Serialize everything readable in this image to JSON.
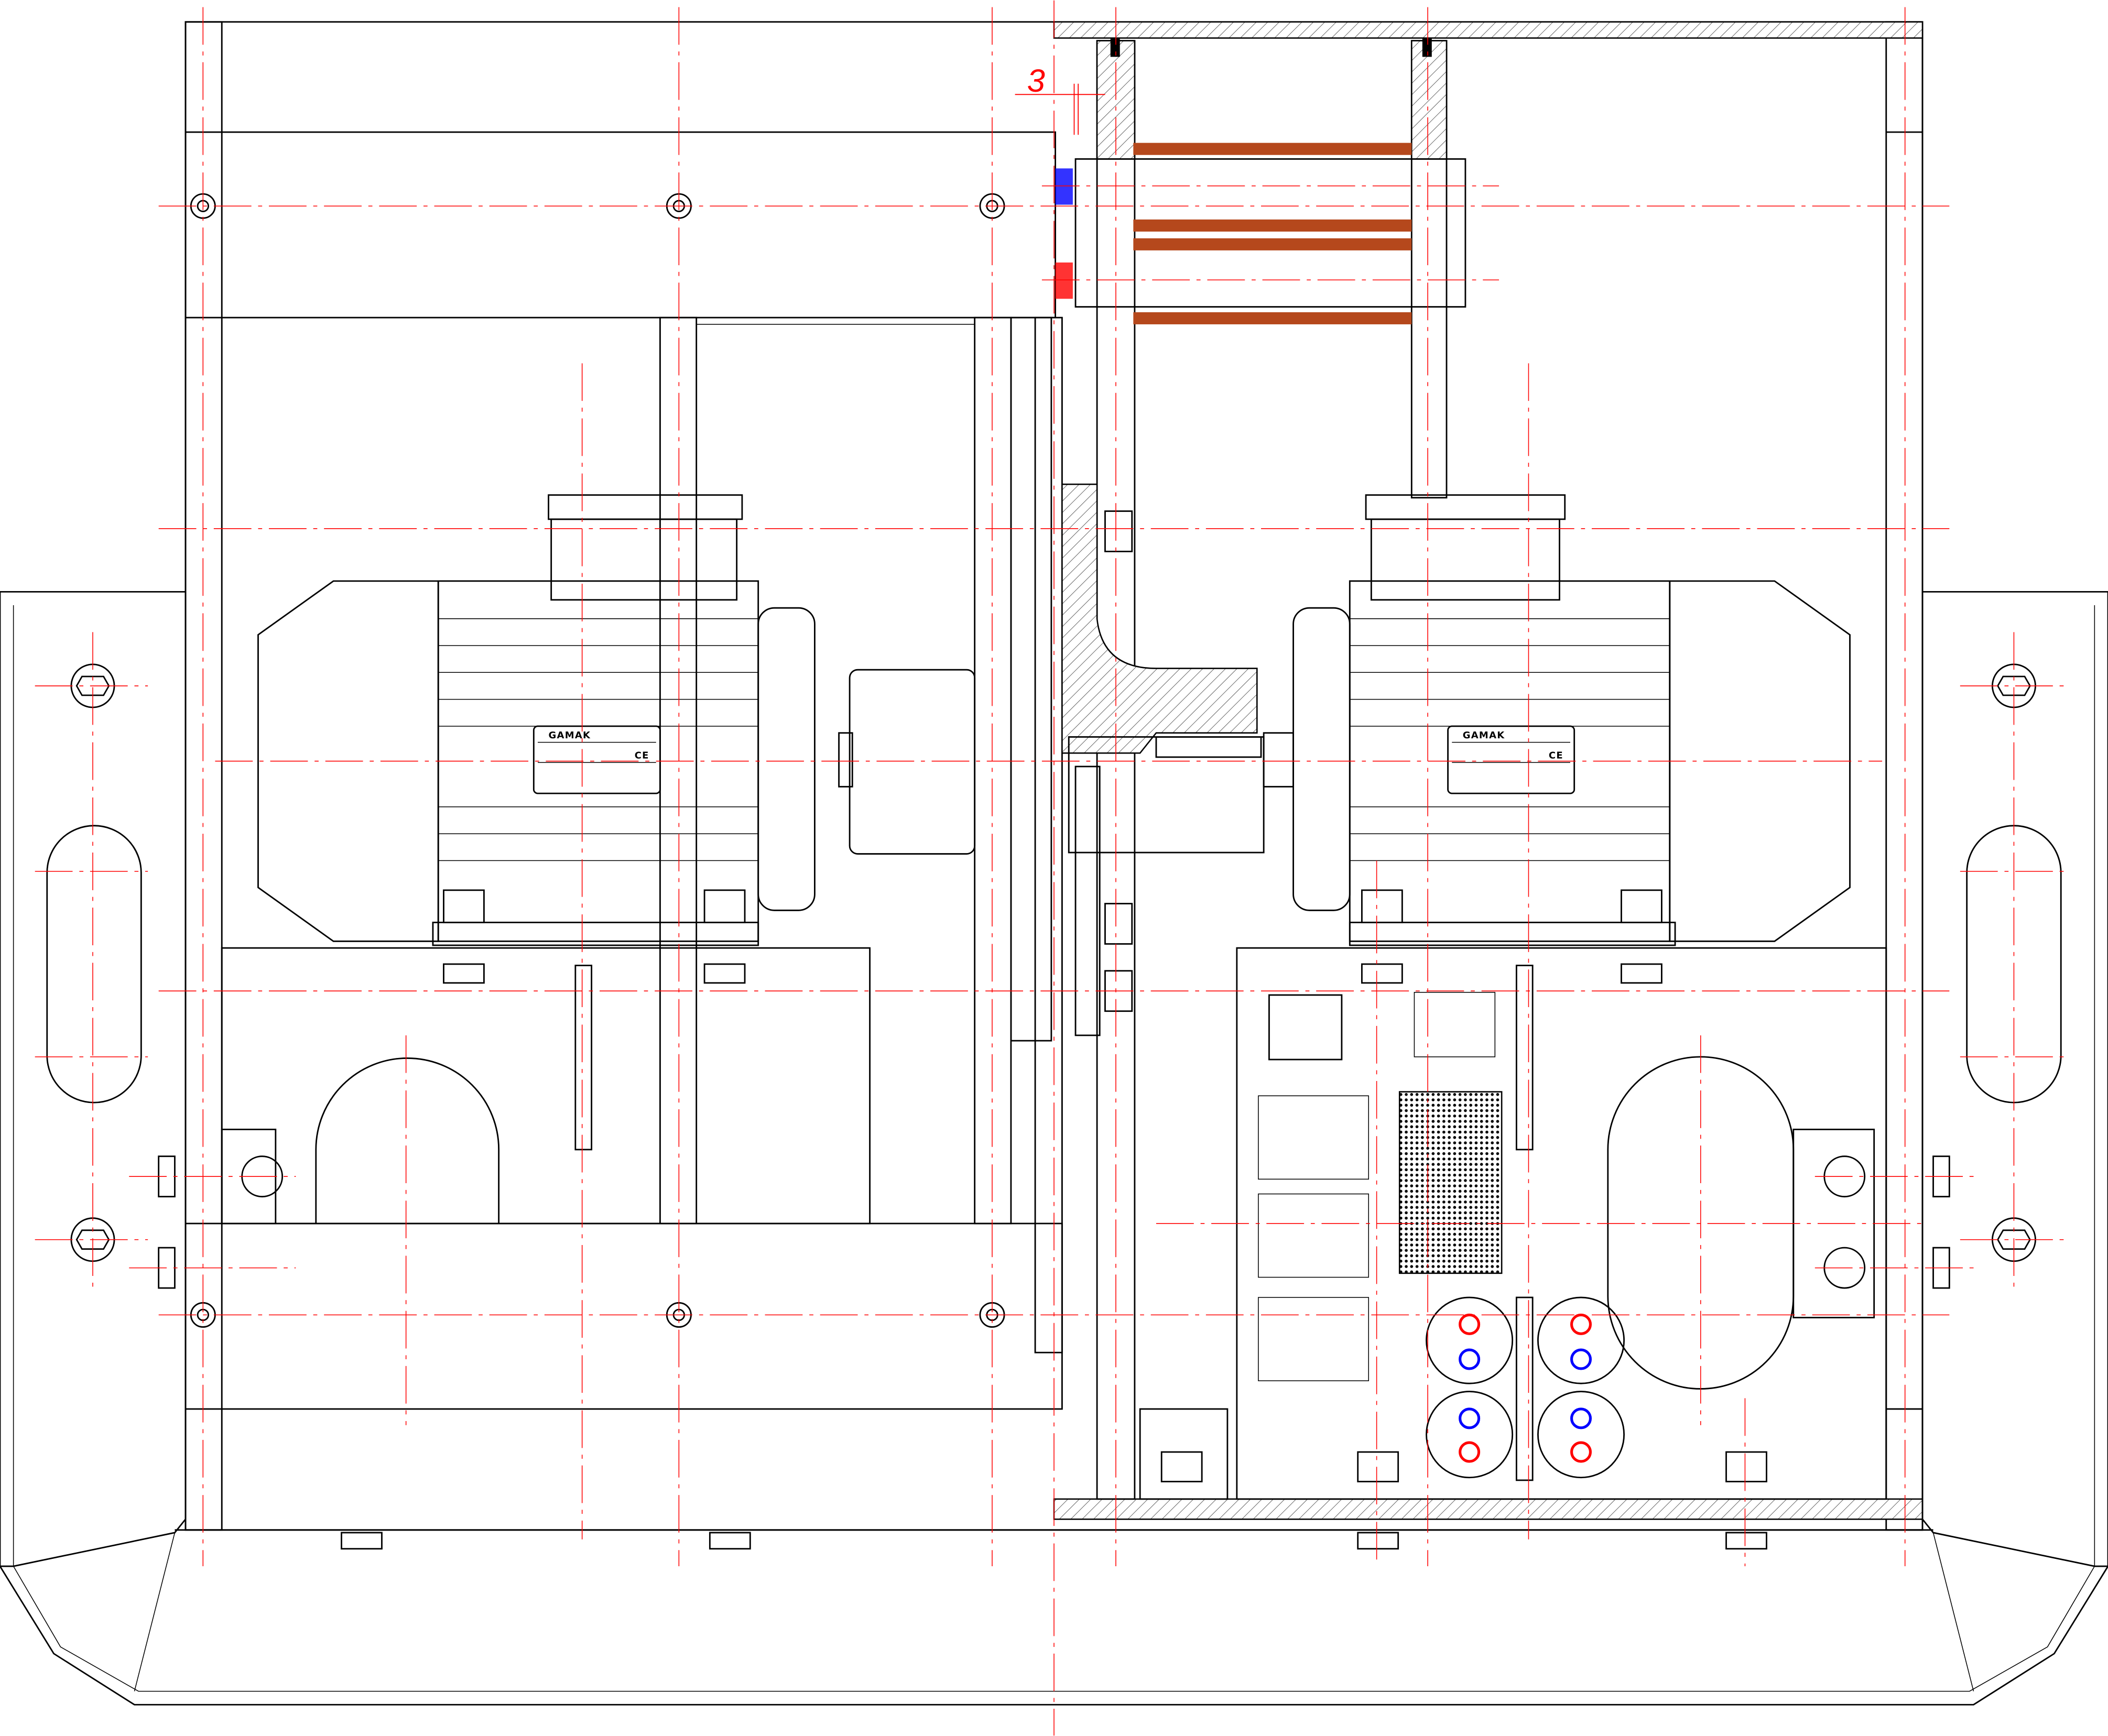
{
  "drawing": {
    "dimension_label": "3",
    "left_motor_nameplate": {
      "brand": "GAMAK",
      "mark": "CE"
    },
    "right_motor_nameplate": {
      "brand": "GAMAK",
      "mark": "CE"
    }
  },
  "colors": {
    "line": "#000000",
    "centerline": "#ff0000",
    "dimension": "#ff0000",
    "copper_bar": "#b5481c",
    "blue_marker": "#0000ff",
    "red_marker": "#ff0000",
    "terminal_red": "#ff0000",
    "terminal_blue": "#0000ff"
  }
}
